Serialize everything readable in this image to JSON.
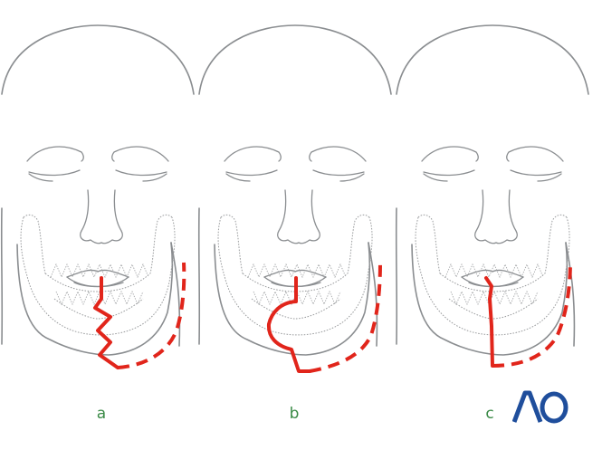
{
  "panels": [
    {
      "label": "a"
    },
    {
      "label": "b"
    },
    {
      "label": "c"
    }
  ],
  "logo": {
    "text": "AO",
    "color": "#1f4e9c"
  },
  "colors": {
    "label": "#3a8a46",
    "incision": "#e1251b",
    "outline": "#8a8d90"
  }
}
